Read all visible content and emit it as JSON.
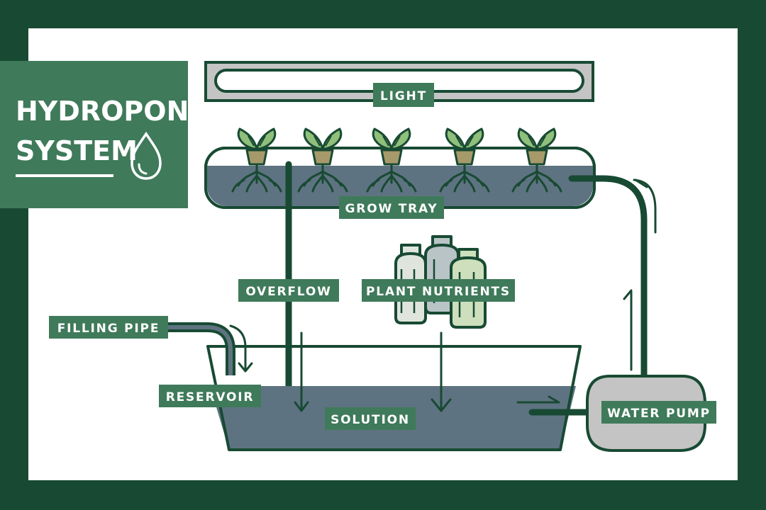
{
  "title": {
    "line1": "HYDROPONIC",
    "line2": "SYSTEM",
    "icon": "water-drop-icon"
  },
  "labels": {
    "light": "LIGHT",
    "grow_tray": "GROW TRAY",
    "overflow": "OVERFLOW",
    "plant_nutrients": "PLANT NUTRIENTS",
    "filling_pipe": "FILLING PIPE",
    "reservoir": "RESERVOIR",
    "solution": "SOLUTION",
    "water_pump": "WATER PUMP"
  },
  "colors": {
    "frame": "#184a33",
    "panel": "#3f7a5a",
    "label_bg": "#3f7a5a",
    "water": "#5e7381",
    "leaf": "#8fbf7a",
    "pot": "#a79a6a",
    "pump": "#c4c4c4"
  }
}
